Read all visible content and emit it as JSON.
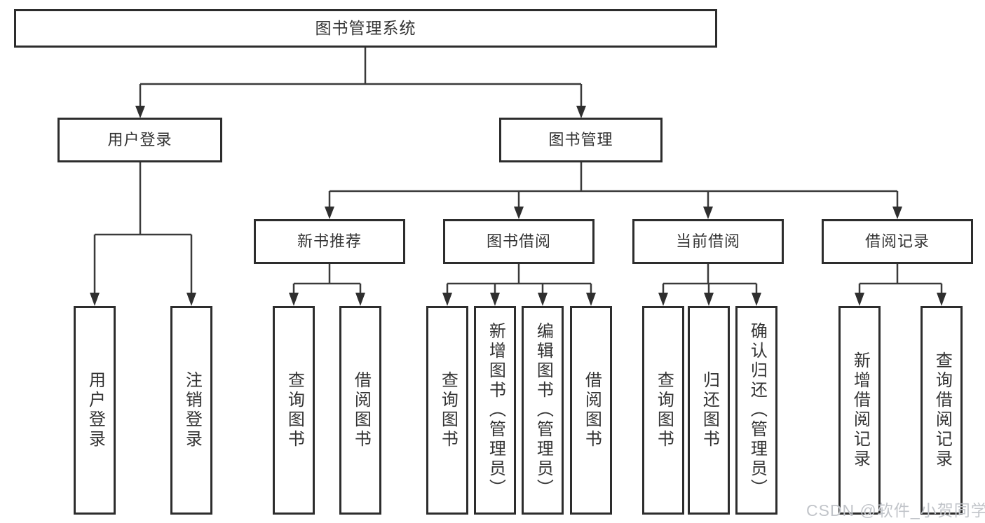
{
  "tree": {
    "root": {
      "label": "图书管理系统"
    },
    "branches": [
      {
        "label": "用户登录",
        "children": [
          {
            "label": "用户登录"
          },
          {
            "label": "注销登录"
          }
        ]
      },
      {
        "label": "图书管理",
        "children": [
          {
            "label": "新书推荐",
            "children": [
              {
                "label": "查询图书"
              },
              {
                "label": "借阅图书"
              }
            ]
          },
          {
            "label": "图书借阅",
            "children": [
              {
                "label": "查询图书"
              },
              {
                "label": "新增图书（管理员）"
              },
              {
                "label": "编辑图书（管理员）"
              },
              {
                "label": "借阅图书"
              }
            ]
          },
          {
            "label": "当前借阅",
            "children": [
              {
                "label": "查询图书"
              },
              {
                "label": "归还图书"
              },
              {
                "label": "确认归还（管理员）"
              }
            ]
          },
          {
            "label": "借阅记录",
            "children": [
              {
                "label": "新增借阅记录"
              },
              {
                "label": "查询借阅记录"
              }
            ]
          }
        ]
      }
    ]
  },
  "watermark": {
    "text": "CSDN @软件_小贺同学"
  },
  "colors": {
    "background": "#ffffff",
    "box_border": "#2d2d2d",
    "connector_line": "#3a3a3a",
    "text": "#333333",
    "watermark_text": "#c1c4c9"
  }
}
